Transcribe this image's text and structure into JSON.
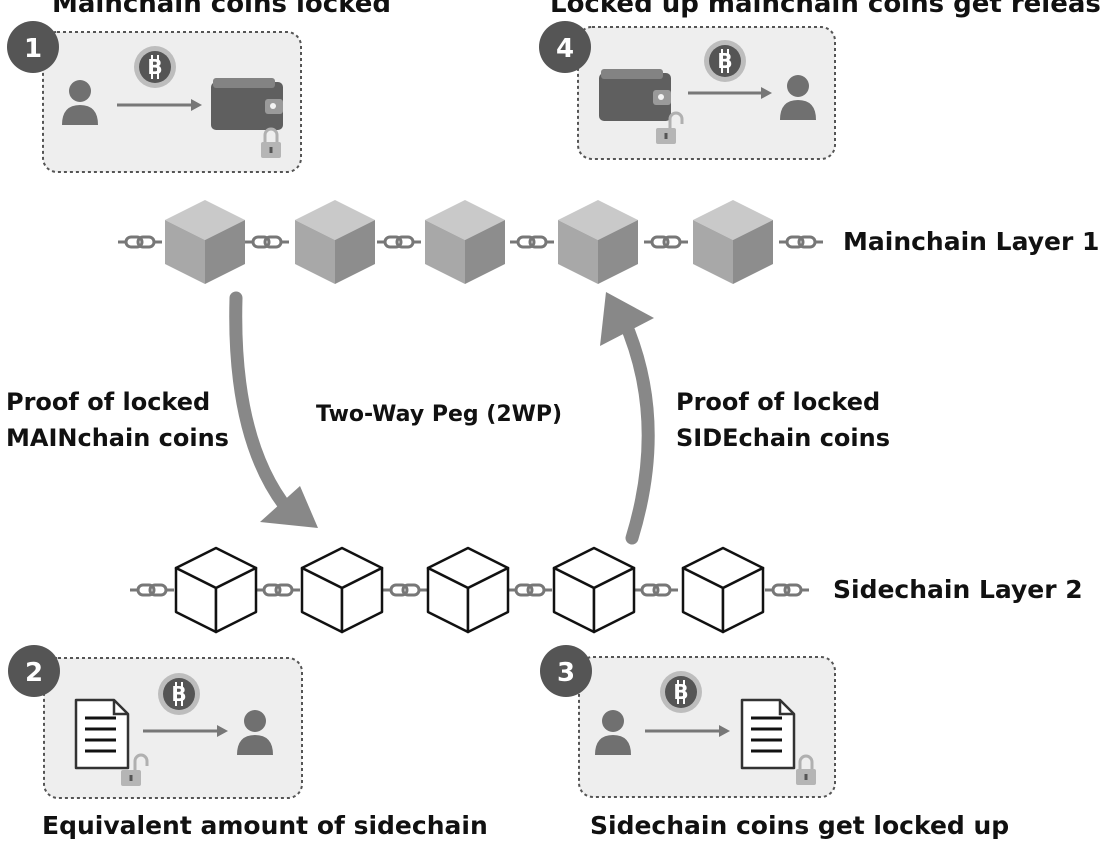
{
  "steps": [
    {
      "number": "1",
      "caption": "Mainchain coins locked"
    },
    {
      "number": "4",
      "caption": "Locked up mainchain coins get released"
    },
    {
      "number": "2",
      "caption": "Equivalent amount of sidechain"
    },
    {
      "number": "3",
      "caption": "Sidechain coins get locked up"
    }
  ],
  "layers": {
    "main_label": "Mainchain Layer 1",
    "side_label": "Sidechain Layer 2"
  },
  "center_label": "Two-Way Peg (2WP)",
  "proof_left": {
    "line1": "Proof of locked",
    "line2": "MAINchain coins"
  },
  "proof_right": {
    "line1": "Proof of locked",
    "line2": "SIDEchain coins"
  },
  "icons": [
    "bitcoin-icon",
    "person-icon",
    "wallet-icon",
    "padlock-closed-icon",
    "padlock-open-icon",
    "document-icon",
    "chain-link-icon",
    "cube-icon",
    "arrow-icon"
  ],
  "colors": {
    "panel_fill": "#eeeeee",
    "badge": "#555555",
    "person": "#707070",
    "wallet": "#5f5f5f",
    "lock": "#b5b5b5",
    "cube_face": "#a9a9a9",
    "curve_arrow": "#888888"
  }
}
